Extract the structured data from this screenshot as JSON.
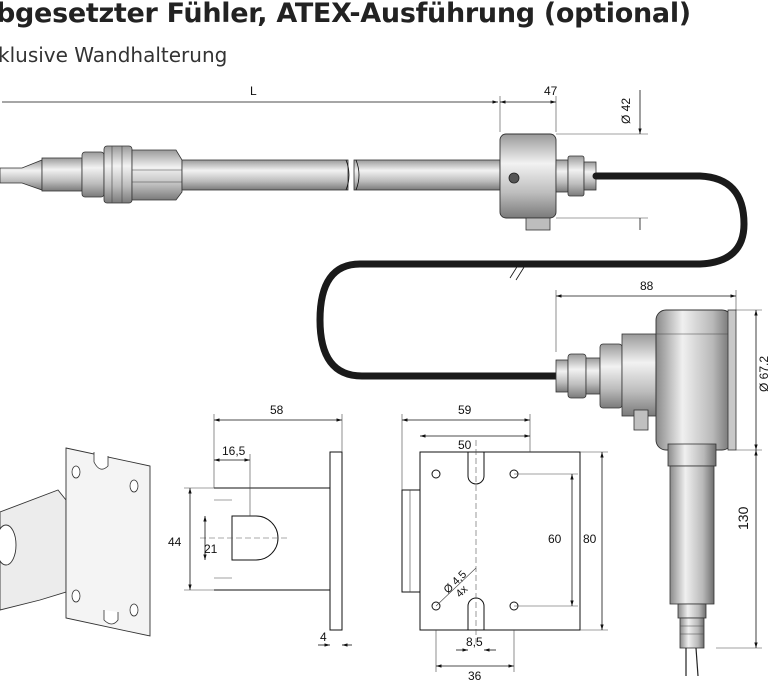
{
  "title": "bgesetzter Fühler, ATEX-Ausführung (optional)",
  "subtitle": "klusive Wandhalterung",
  "dimensions": {
    "probe_length": "L",
    "connector_length": "47",
    "connector_diameter": "Ø 42",
    "head_width": "88",
    "head_diameter": "Ø 67,2",
    "head_height": "130",
    "bracket_width": "58",
    "slot_offset": "16,5",
    "bracket_height": "44",
    "slot_width": "21",
    "bracket_thickness": "4",
    "plate_width": "59",
    "hole_spacing_x": "50",
    "hole_spacing_y": "60",
    "plate_height": "80",
    "hole_diameter": "Ø 4,5",
    "hole_count": "4x",
    "slot_small": "8,5",
    "plate_bottom": "36"
  },
  "colors": {
    "cable": "#1a1a1a",
    "metal_light": "#e4e4e4",
    "metal_dark": "#8a8a8a",
    "line": "#111111"
  }
}
